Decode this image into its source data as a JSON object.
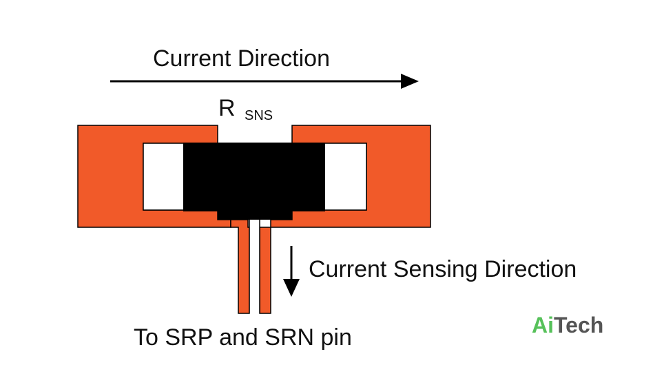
{
  "labels": {
    "current_direction": "Current Direction",
    "resistor_symbol": "R",
    "resistor_subscript": "SNS",
    "sensing_direction": "Current Sensing Direction",
    "pin_destination": "To SRP and SRN pin"
  },
  "logo": {
    "part_a": "Ai",
    "part_b": "Tech"
  },
  "colors": {
    "copper_pad": "#F15A29",
    "resistor_body": "#000000",
    "terminal": "#FFFFFF",
    "outline": "#000000",
    "logo_green": "#56C15A",
    "logo_gray": "#555555"
  },
  "icons": {
    "current_arrow": "arrow-right-icon",
    "sensing_arrow": "arrow-down-icon"
  }
}
